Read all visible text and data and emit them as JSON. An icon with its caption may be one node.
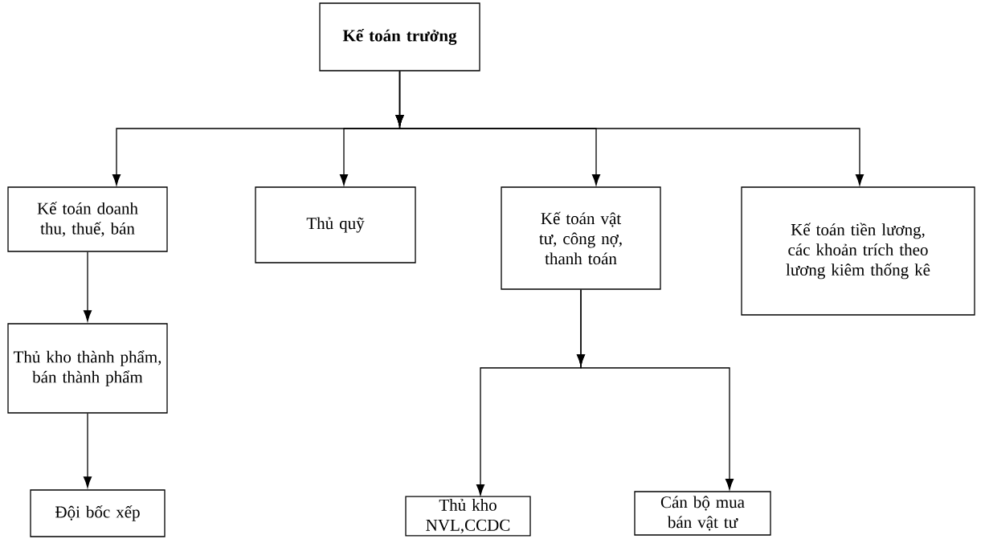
{
  "diagram": {
    "nodes": [
      {
        "text": [
          "Kế toán trưởng"
        ]
      },
      {
        "text": [
          "Kế toán doanh thu, thuế, bán"
        ]
      },
      {
        "text": [
          "Thủ quỹ"
        ]
      },
      {
        "text": [
          "Kế toán vật tư, công nợ, thanh toán"
        ]
      },
      {
        "text": [
          "Kế toán tiền lương, các khoản trích theo lương kiêm thống kê"
        ]
      },
      {
        "text": [
          "Thủ kho thành phẩm, bán thành phẩm"
        ]
      },
      {
        "text": [
          "Đội bốc xếp"
        ]
      },
      {
        "text": [
          "Thủ kho NVL,CCDC"
        ]
      },
      {
        "text": [
          "Cán bộ mua bán vật tư"
        ]
      }
    ],
    "edges": [
      {
        "from": 0,
        "to": 1,
        "arrow": "to"
      },
      {
        "from": 0,
        "to": 2,
        "arrow": "to"
      },
      {
        "from": 0,
        "to": 3,
        "arrow": "to"
      },
      {
        "from": 0,
        "to": 4,
        "arrow": "to"
      },
      {
        "from": 1,
        "to": 5,
        "arrow": "to"
      },
      {
        "from": 5,
        "to": 6,
        "arrow": "to"
      },
      {
        "from": 3,
        "to": 7,
        "arrow": "to"
      },
      {
        "from": 3,
        "to": 8,
        "arrow": "to"
      }
    ]
  }
}
